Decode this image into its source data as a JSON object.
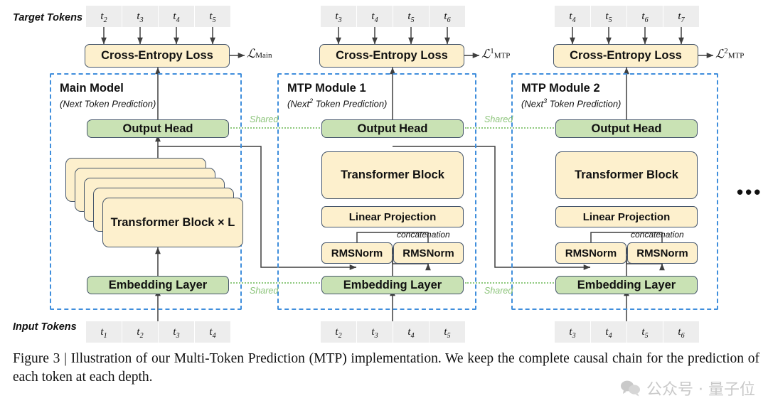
{
  "figure": {
    "caption": "Figure 3 | Illustration of our Multi-Token Prediction (MTP) implementation.  We keep the complete causal chain for the prediction of each token at each depth.",
    "watermark": "公众号 · 量子位",
    "ellipsis": "•••"
  },
  "row_labels": {
    "target": "Target Tokens",
    "input": "Input Tokens"
  },
  "shared": {
    "label": "Shared",
    "color": "#8cc47a"
  },
  "colors": {
    "module_frame": "#3f8edc",
    "yellow_box": "#fdf0cd",
    "green_box": "#c9e2b4",
    "box_border": "#46566b",
    "token_chip": "#ededed",
    "wire": "#3f3f3f"
  },
  "columns": [
    {
      "id": "main",
      "title": "Main Model",
      "subtitle_pre": "(Next",
      "subtitle_sup": "",
      "subtitle_post": " Token Prediction)",
      "loss_name": "Cross-Entropy Loss",
      "loss_symbol_sub": "Main",
      "loss_symbol_sup": "",
      "target_tokens": [
        "t2",
        "t3",
        "t4",
        "t5"
      ],
      "input_tokens": [
        "t1",
        "t2",
        "t3",
        "t4"
      ],
      "output_head": "Output Head",
      "core_block": "Transformer Block × L",
      "embedding": "Embedding Layer"
    },
    {
      "id": "mtp1",
      "title": "MTP Module 1",
      "subtitle_pre": "(Next",
      "subtitle_sup": "2",
      "subtitle_post": " Token Prediction)",
      "loss_name": "Cross-Entropy Loss",
      "loss_symbol_sub": "MTP",
      "loss_symbol_sup": "1",
      "target_tokens": [
        "t3",
        "t4",
        "t5",
        "t6"
      ],
      "input_tokens": [
        "t2",
        "t3",
        "t4",
        "t5"
      ],
      "output_head": "Output Head",
      "core_block": "Transformer Block",
      "linear": "Linear Projection",
      "concat": "concatenation",
      "norm_left": "RMSNorm",
      "norm_right": "RMSNorm",
      "embedding": "Embedding Layer"
    },
    {
      "id": "mtp2",
      "title": "MTP Module 2",
      "subtitle_pre": "(Next",
      "subtitle_sup": "3",
      "subtitle_post": " Token Prediction)",
      "loss_name": "Cross-Entropy Loss",
      "loss_symbol_sub": "MTP",
      "loss_symbol_sup": "2",
      "target_tokens": [
        "t4",
        "t5",
        "t6",
        "t7"
      ],
      "input_tokens": [
        "t3",
        "t4",
        "t5",
        "t6"
      ],
      "output_head": "Output Head",
      "core_block": "Transformer Block",
      "linear": "Linear Projection",
      "concat": "concatenation",
      "norm_left": "RMSNorm",
      "norm_right": "RMSNorm",
      "embedding": "Embedding Layer"
    }
  ]
}
